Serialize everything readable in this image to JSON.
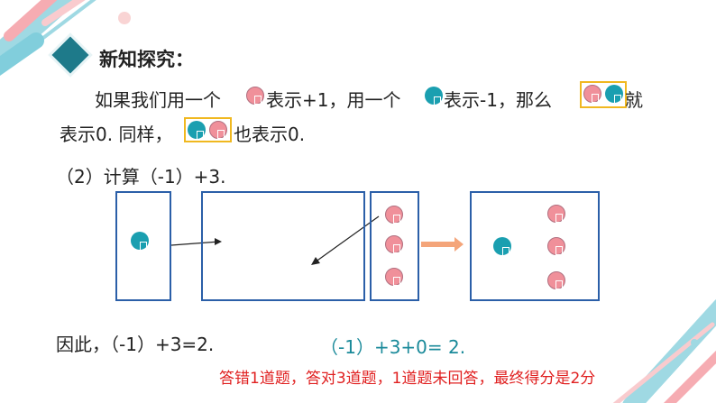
{
  "title": "新知探究：",
  "line1": {
    "a": "如果我们用一个",
    "b": "表示+1，用一个",
    "c": "表示-1，那么",
    "d": "就"
  },
  "line2": {
    "a": "表示0. 同样，",
    "b": "也表示0."
  },
  "problem": "（2）计算（-1）+3.",
  "conclusion": "因此，（-1）+3=2.",
  "equation": "（-1）+3+0= 2.",
  "status": "答错1道题，答对3道题，1道题未回答，最终得分是2分",
  "colors": {
    "positive": "#f0909a",
    "negative": "#1a9fb0",
    "box": "#2b5fa8",
    "status": "#e02020",
    "equation": "#1a8a9a"
  }
}
